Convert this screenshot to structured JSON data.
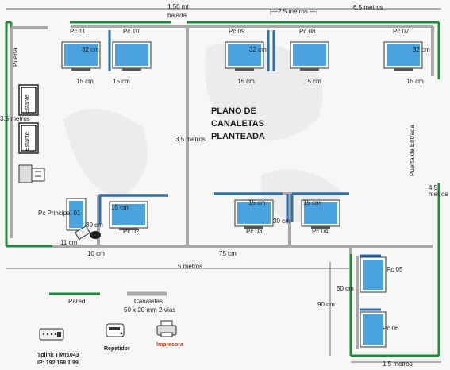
{
  "title": [
    "PLANO DE",
    "CANALETAS",
    "PLANTEADA"
  ],
  "dimensions": {
    "top_left": "1.50 mt",
    "top_left_sub": "bajada",
    "top_mid": "|—2.5 metros —|",
    "top_right": "6.5 metros",
    "left_side": "3.5 metros",
    "center": "3.5 metros",
    "right_side": "4.5 metros",
    "bottom_main": "5 metros",
    "bottom_right": "1.5 metros",
    "annex_height": "90 cm",
    "annex_gap": "50 cm"
  },
  "room_labels": {
    "door": "Puerta",
    "entrance": "Puerta de Entrada",
    "shelf1": "Estante",
    "shelf2": "Estante"
  },
  "pcs": [
    "Pc 11",
    "Pc 10",
    "Pc 09",
    "Pc 08",
    "Pc 07",
    "Pc Principal 01",
    "Pc  02",
    "Pc 03",
    "Pc 04",
    "Pc 05",
    "Pc 06"
  ],
  "measures": {
    "cm32a": "32 cm",
    "cm32b": "32 cm",
    "cm32c": "32 cm",
    "cm15a": "15 cm",
    "cm15b": "15 cm",
    "cm15c": "15 cm",
    "cm15d": "15 cm",
    "cm15e": "15 cm",
    "cm15f": "15 cm",
    "cm15g": "15 cm",
    "cm15h": "15 cm",
    "cm30a": "30 cm",
    "cm30b": "30 cm",
    "cm11": "11 cm",
    "cm10": "10 cm",
    "cm75": "75 cm"
  },
  "legend": {
    "wall": "Pared",
    "duct": "Canaletas",
    "duct_spec": "50 x 20 mm 2 vías",
    "router": "Tplink Tlwr1043",
    "ip": "IP: 192.168.1.99",
    "repeater": "Repetidor",
    "printer": "Impresora"
  },
  "colors": {
    "wall": "#1e8a3c",
    "duct": "#a9a9a9",
    "duct_accent": "#2d6fb5",
    "monitor": "#4aa3df"
  }
}
